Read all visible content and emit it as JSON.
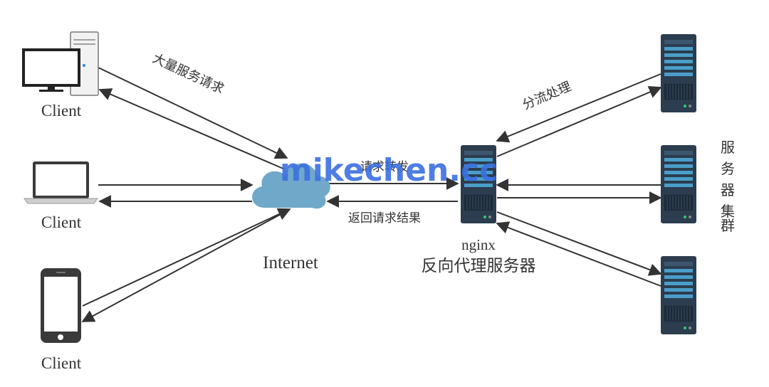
{
  "labels": {
    "client_1": "Client",
    "client_2": "Client",
    "client_3": "Client",
    "internet": "Internet",
    "nginx": "nginx",
    "reverse_proxy": "反向代理服务器",
    "server_cluster": [
      "服",
      "务",
      "器",
      "集",
      "群"
    ]
  },
  "edge_labels": {
    "bulk_requests": "大量服务请求",
    "load_balancing": "分流处理",
    "forward_request": "请求转发",
    "return_result": "返回请求结果"
  },
  "watermark": "mikechen.cc",
  "colors": {
    "line": "#333333",
    "cloud": "#6fa8c9",
    "server_dark": "#2b3d4f",
    "server_slot": "#4a9ec9",
    "device_dark": "#3a3a3a",
    "watermark": "#3b6fe0"
  },
  "icons": [
    "desktop-computer-icon",
    "laptop-icon",
    "smartphone-icon",
    "cloud-icon",
    "server-rack-icon"
  ]
}
